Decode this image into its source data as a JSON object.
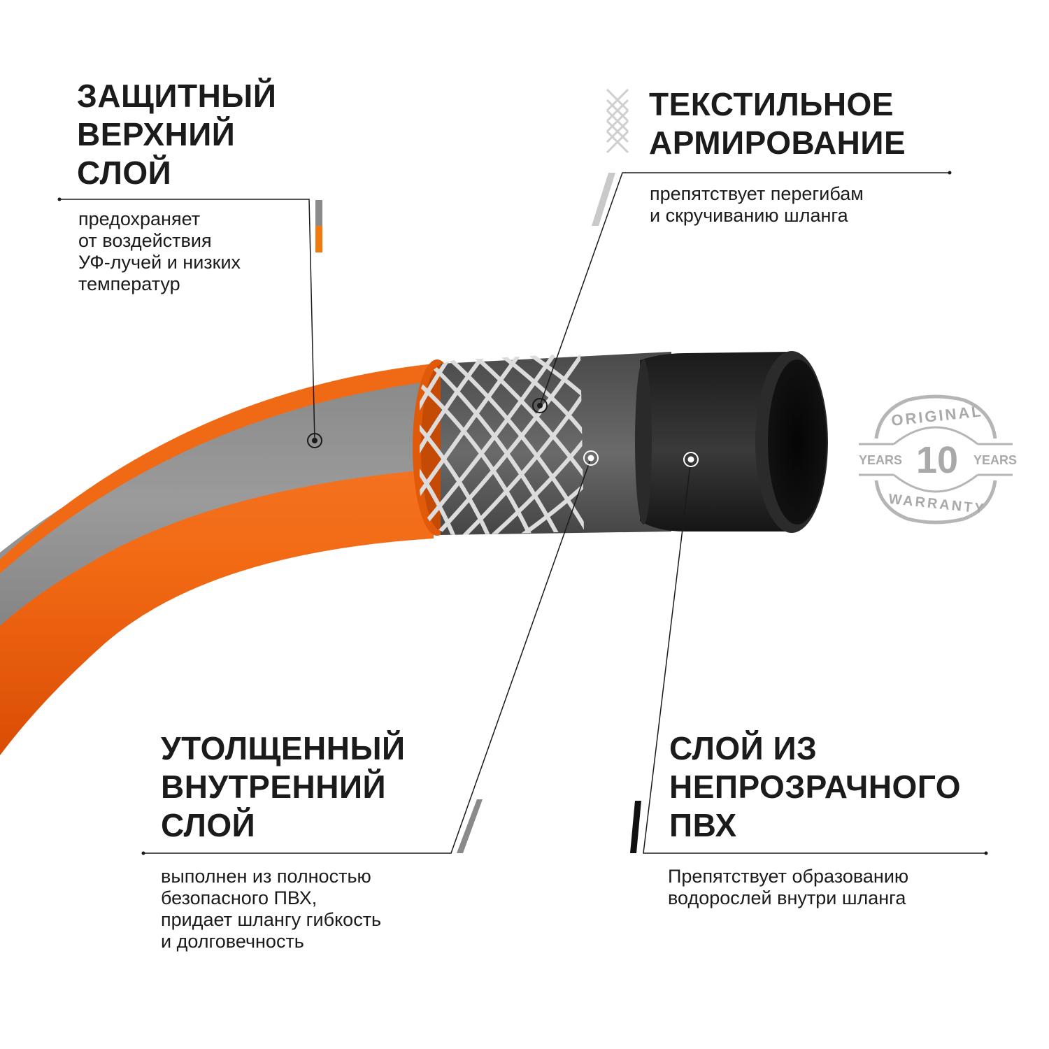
{
  "colors": {
    "orange": "#f0650f",
    "gray_stripe": "#8f8f8f",
    "inner_gray": "#5a5a5a",
    "inner_black": "#1c1c1c",
    "mesh": "#d6d6d6",
    "accent_light_gray": "#c9c9c9",
    "accent_dark_gray": "#8a8a8a",
    "text": "#1b1b1b"
  },
  "callouts": [
    {
      "id": "outer-layer",
      "title": "ЗАЩИТНЫЙ\nВЕРХНИЙ\nСЛОЙ",
      "description": "предохраняет\nот воздействия\nУФ-лучей и низких\nтемператур"
    },
    {
      "id": "textile-reinforcement",
      "title": "ТЕКСТИЛЬНОЕ\nАРМИРОВАНИЕ",
      "description": "препятствует перегибам\nи скручиванию шланга"
    },
    {
      "id": "inner-layer",
      "title": "УТОЛЩЕННЫЙ\nВНУТРЕННИЙ\nСЛОЙ",
      "description": "выполнен из полностью\nбезопасного ПВХ,\nпридает шлангу гибкость\nи долговечность"
    },
    {
      "id": "opaque-pvc-layer",
      "title": "СЛОЙ ИЗ\nНЕПРОЗРАЧНОГО\nПВХ",
      "description": "Препятствует образованию\nводорослей внутри шланга"
    }
  ],
  "badge": {
    "top_text": "ORIGINAL",
    "number": "10",
    "left_text": "YEARS",
    "right_text": "YEARS",
    "bottom_text": "WARRANTY"
  }
}
